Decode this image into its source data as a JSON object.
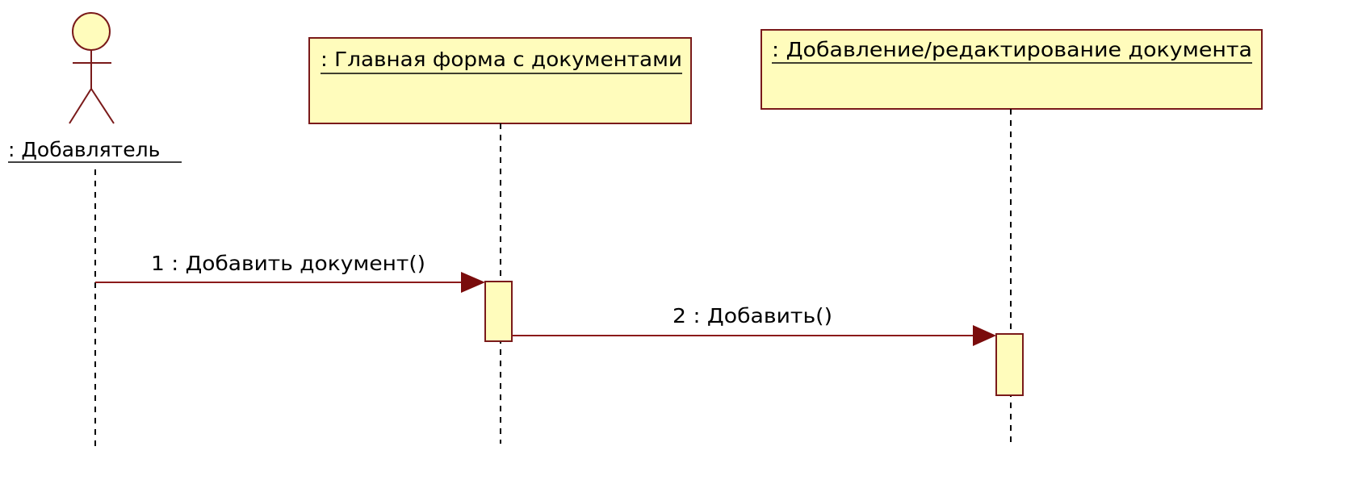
{
  "colors": {
    "box_fill": "#fffcbc",
    "box_stroke": "#7a1a1a",
    "message_line": "#8b1a1a",
    "arrowhead": "#7a0c0c",
    "lifeline": "#000000"
  },
  "actor": {
    "label": ": Добавлятель",
    "icon": "stick-figure-icon"
  },
  "objects": [
    {
      "label": ": Главная форма с документами"
    },
    {
      "label": ": Добавление/редактирование документа"
    }
  ],
  "messages": [
    {
      "label": "1 : Добавить документ()"
    },
    {
      "label": "2 : Добавить()"
    }
  ]
}
